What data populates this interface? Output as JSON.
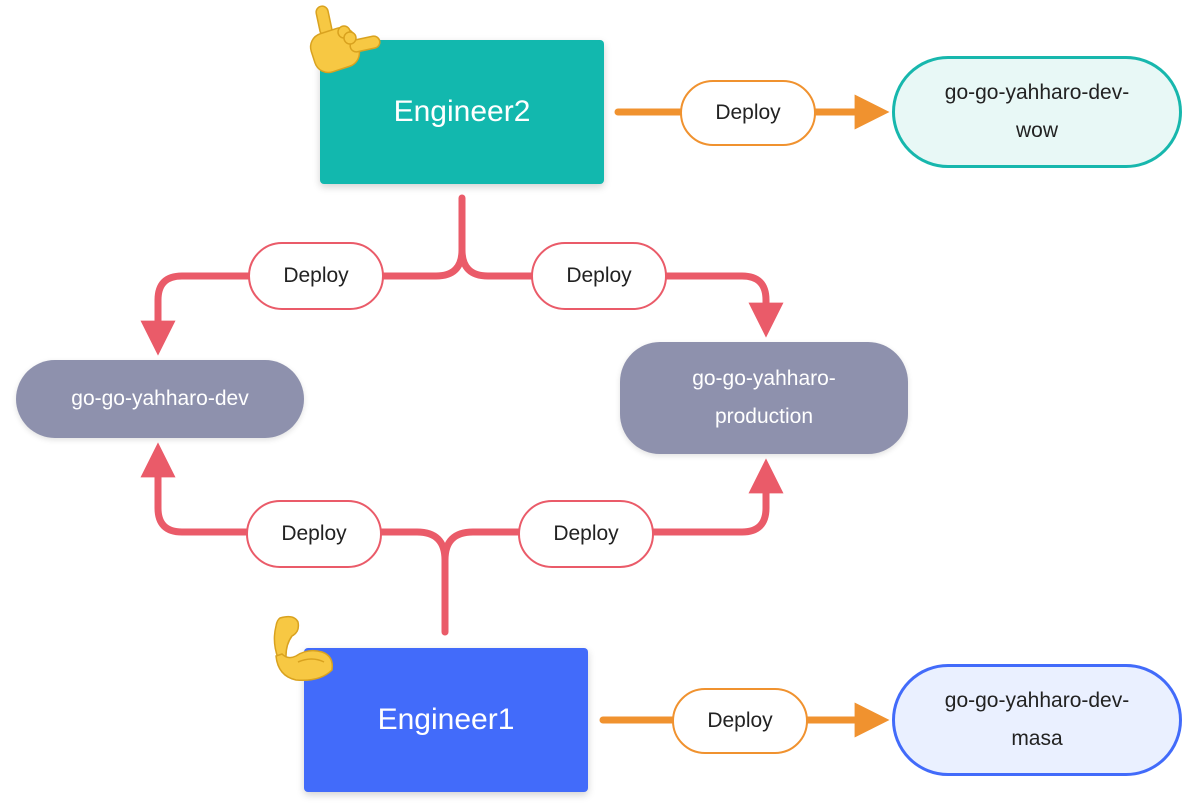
{
  "engineers": {
    "engineer2": "Engineer2",
    "engineer1": "Engineer1"
  },
  "environments": {
    "dev": "go-go-yahharo-dev",
    "production": "go-go-yahharo-production",
    "dev_wow": "go-go-yahharo-dev-wow",
    "dev_masa": "go-go-yahharo-dev-masa"
  },
  "edges": {
    "engineer2_to_wow": "Deploy",
    "engineer2_to_dev": "Deploy",
    "engineer2_to_production": "Deploy",
    "engineer1_to_dev": "Deploy",
    "engineer1_to_production": "Deploy",
    "engineer1_to_masa": "Deploy"
  },
  "icons": {
    "engineer2": "call-me-hand-emoji",
    "engineer1": "flexed-biceps-emoji"
  },
  "colors": {
    "engineer2": "#12b8ae",
    "engineer1": "#426bfa",
    "shared_env": "#8e91ad",
    "red_arrow": "#ea5b69",
    "orange_arrow": "#f0922f"
  }
}
